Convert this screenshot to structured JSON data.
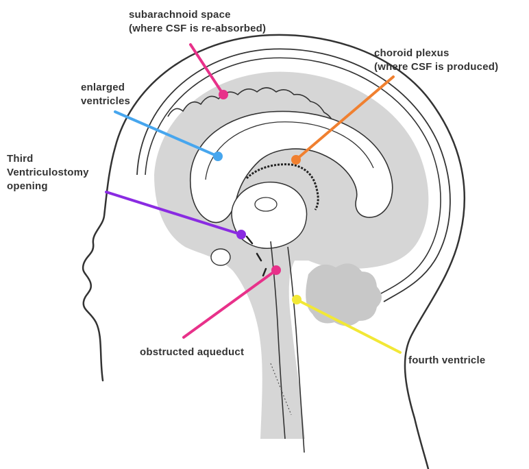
{
  "labels": {
    "subarachnoid": {
      "line1": "subarachnoid space",
      "line2": "(where CSF is re-absorbed)"
    },
    "choroid": {
      "line1": "choroid plexus",
      "line2": "(where CSF is produced)"
    },
    "enlarged": {
      "line1": "enlarged",
      "line2": "ventricles"
    },
    "third": {
      "line1": "Third",
      "line2": "Ventriculostomy",
      "line3": "opening"
    },
    "aqueduct": {
      "line1": "obstructed aqueduct"
    },
    "fourth": {
      "line1": "fourth ventricle"
    }
  },
  "colors": {
    "subarachnoid": "#e8318a",
    "choroid": "#f08030",
    "enlarged": "#47a6ee",
    "third": "#8a2be2",
    "aqueduct": "#e8318a",
    "fourth": "#f2e836",
    "tissue": "#d6d6d6",
    "outline": "#333333"
  }
}
